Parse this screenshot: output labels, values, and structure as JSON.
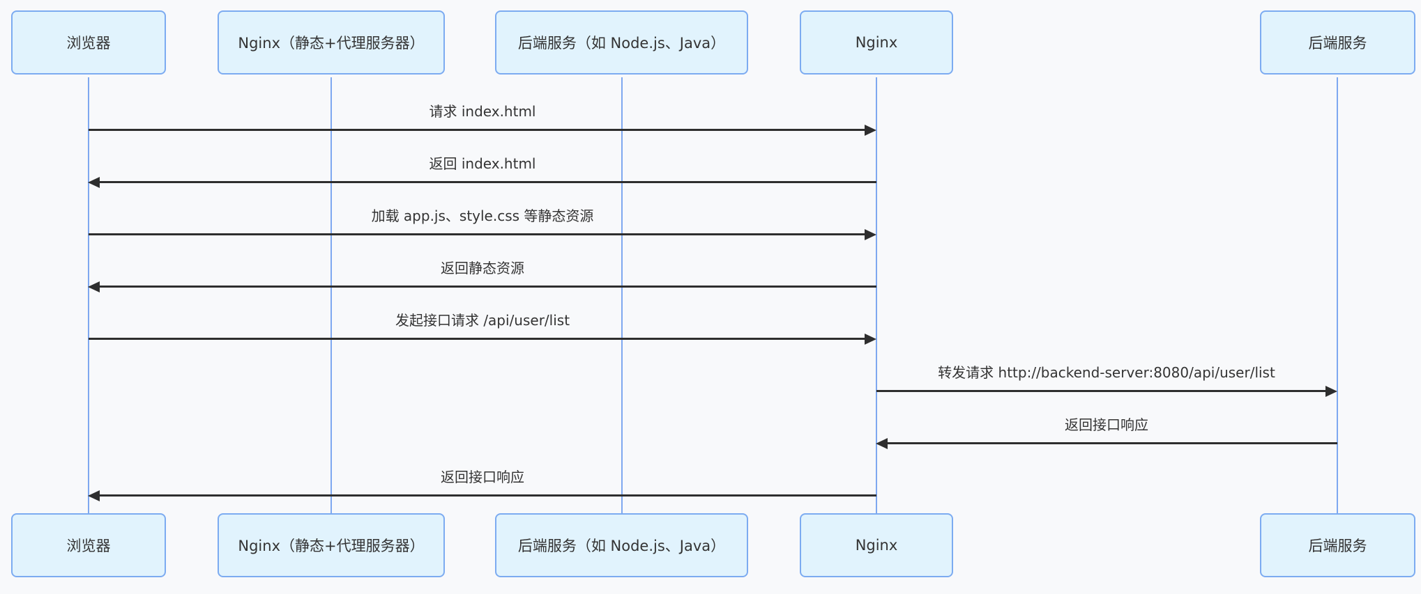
{
  "diagram": {
    "type": "sequence-diagram",
    "colors": {
      "background": "#f8f9fb",
      "actor_fill": "#e1f3fd",
      "actor_border": "#7cabf1",
      "lifeline": "#7ea8f0",
      "arrow": "#2e2e2e",
      "text": "#333333"
    },
    "participants": [
      {
        "id": "browser",
        "label": "浏览器"
      },
      {
        "id": "nginx-static-proxy",
        "label": "Nginx（静态+代理服务器）"
      },
      {
        "id": "backend-node-java",
        "label": "后端服务（如 Node.js、Java）"
      },
      {
        "id": "nginx",
        "label": "Nginx"
      },
      {
        "id": "backend",
        "label": "后端服务"
      }
    ],
    "messages": [
      {
        "from": "浏览器",
        "to": "Nginx",
        "direction": "right",
        "text": "请求 index.html"
      },
      {
        "from": "Nginx",
        "to": "浏览器",
        "direction": "left",
        "text": "返回 index.html"
      },
      {
        "from": "浏览器",
        "to": "Nginx",
        "direction": "right",
        "text": "加载 app.js、style.css 等静态资源"
      },
      {
        "from": "Nginx",
        "to": "浏览器",
        "direction": "left",
        "text": "返回静态资源"
      },
      {
        "from": "浏览器",
        "to": "Nginx",
        "direction": "right",
        "text": "发起接口请求 /api/user/list"
      },
      {
        "from": "Nginx",
        "to": "后端服务",
        "direction": "right",
        "text": "转发请求 http://backend-server:8080/api/user/list"
      },
      {
        "from": "后端服务",
        "to": "Nginx",
        "direction": "left",
        "text": "返回接口响应"
      },
      {
        "from": "Nginx",
        "to": "浏览器",
        "direction": "left",
        "text": "返回接口响应"
      }
    ]
  }
}
